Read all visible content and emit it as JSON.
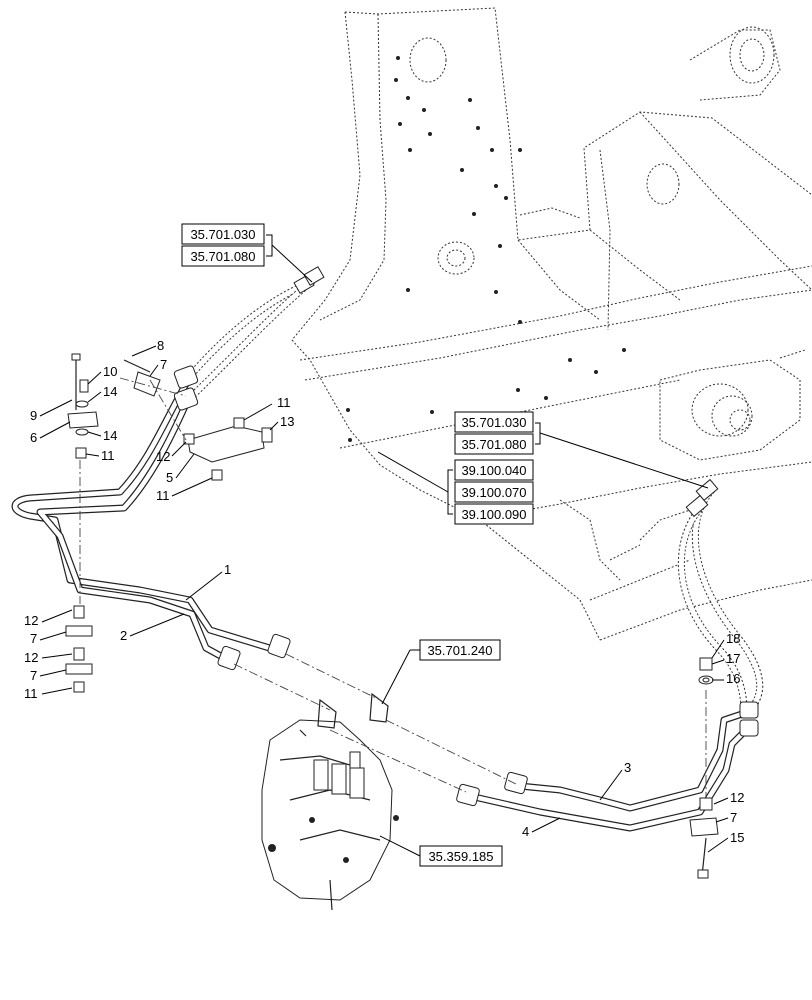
{
  "references": {
    "upper_left": [
      "35.701.030",
      "35.701.080"
    ],
    "right_group_a": [
      "35.701.030",
      "35.701.080"
    ],
    "right_group_b": [
      "39.100.040",
      "39.100.070",
      "39.100.090"
    ],
    "valve_link": "35.701.240",
    "valve": "35.359.185"
  },
  "callouts": [
    {
      "id": "c8",
      "text": "8"
    },
    {
      "id": "c7a",
      "text": "7"
    },
    {
      "id": "c10",
      "text": "10"
    },
    {
      "id": "c9",
      "text": "9"
    },
    {
      "id": "c14a",
      "text": "14"
    },
    {
      "id": "c6",
      "text": "6"
    },
    {
      "id": "c14b",
      "text": "14"
    },
    {
      "id": "c11a",
      "text": "11"
    },
    {
      "id": "c11b",
      "text": "11"
    },
    {
      "id": "c13",
      "text": "13"
    },
    {
      "id": "c12a",
      "text": "12"
    },
    {
      "id": "c5",
      "text": "5"
    },
    {
      "id": "c11c",
      "text": "11"
    },
    {
      "id": "c1",
      "text": "1"
    },
    {
      "id": "c2",
      "text": "2"
    },
    {
      "id": "c12b",
      "text": "12"
    },
    {
      "id": "c7b",
      "text": "7"
    },
    {
      "id": "c12c",
      "text": "12"
    },
    {
      "id": "c7c",
      "text": "7"
    },
    {
      "id": "c11d",
      "text": "11"
    },
    {
      "id": "c18",
      "text": "18"
    },
    {
      "id": "c17",
      "text": "17"
    },
    {
      "id": "c16",
      "text": "16"
    },
    {
      "id": "c3",
      "text": "3"
    },
    {
      "id": "c4",
      "text": "4"
    },
    {
      "id": "c12d",
      "text": "12"
    },
    {
      "id": "c7d",
      "text": "7"
    },
    {
      "id": "c15",
      "text": "15"
    }
  ]
}
